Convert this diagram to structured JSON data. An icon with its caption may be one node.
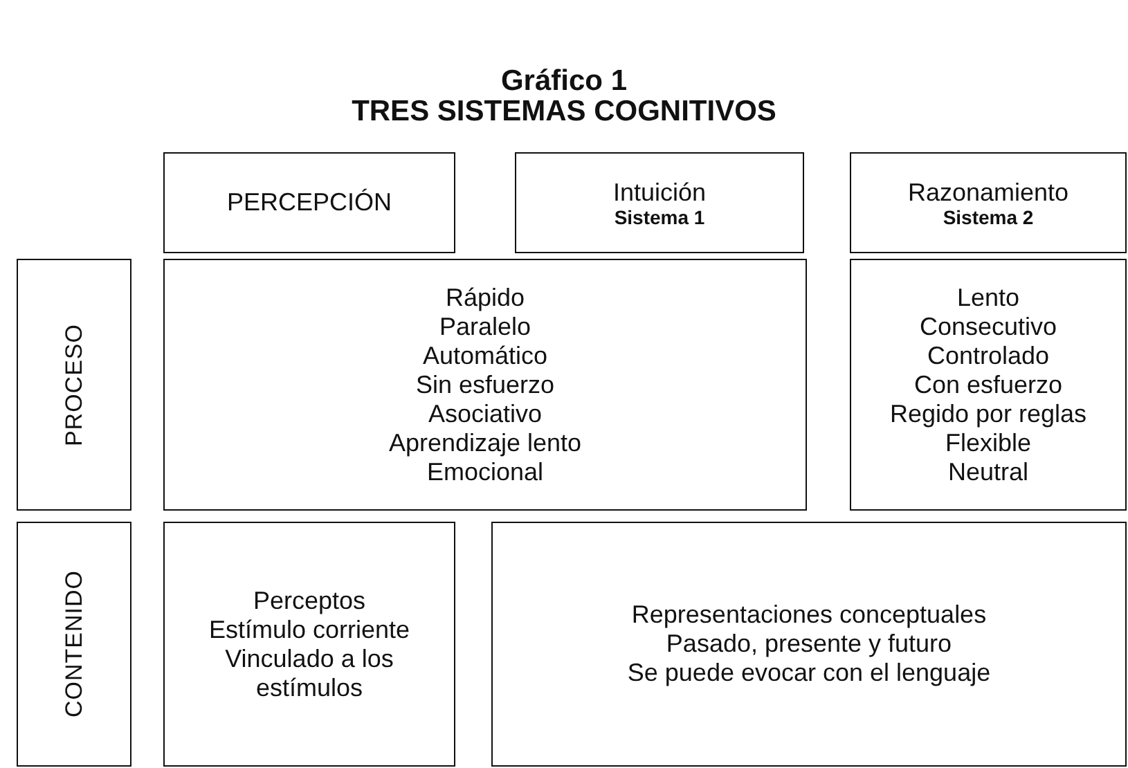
{
  "diagram": {
    "title": "Gráfico 1",
    "nodes": [
      {
        "text": [
          "PERCEPCIÓN"
        ]
      },
      {
        "text": [
          "Intuición",
          "Sistema 1"
        ]
      },
      {
        "text": [
          "Razonamiento",
          "Sistema 2"
        ]
      },
      {
        "text": [
          "PROCESO"
        ]
      },
      {
        "text": [
          "Rápido",
          "Paralelo",
          "Automático",
          "Sin esfuerzo",
          "Asociativo",
          "Aprendizaje lento",
          "Emocional"
        ]
      },
      {
        "text": [
          "Lento",
          "Consecutivo",
          "Controlado",
          "Con esfuerzo",
          "Regido por reglas",
          "Flexible",
          "Neutral"
        ]
      },
      {
        "text": [
          "CONTENIDO"
        ]
      },
      {
        "text": [
          "Perceptos",
          "Estímulo corriente",
          "Vinculado a los estímulos"
        ]
      },
      {
        "text": [
          "Representaciones conceptuales",
          "Pasado, presente y futuro",
          "Se puede evocar con el lenguaje"
        ]
      }
    ],
    "labels": [
      "TRES SISTEMAS COGNITIVOS"
    ]
  }
}
